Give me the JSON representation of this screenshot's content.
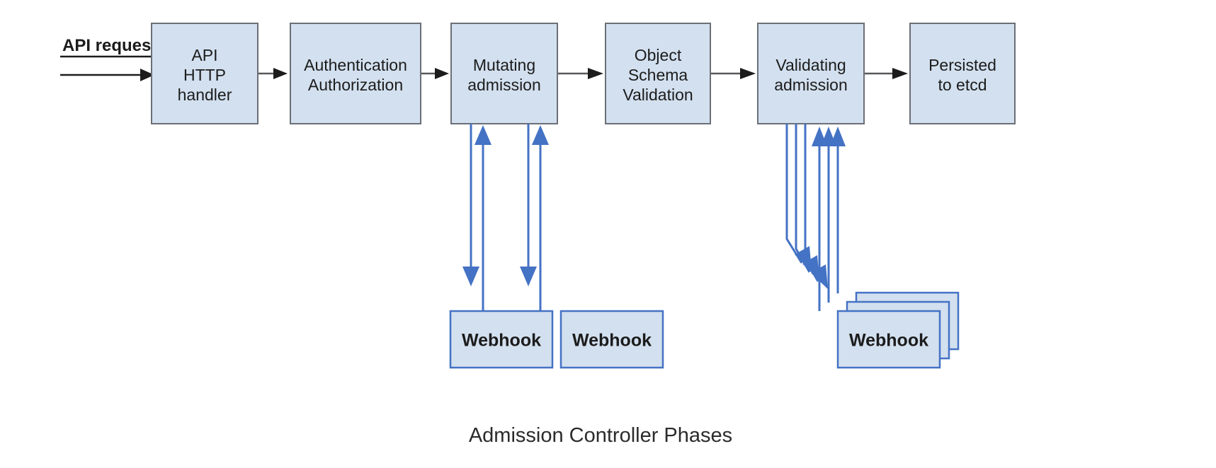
{
  "diagram": {
    "caption": "Admission Controller Phases",
    "entry": {
      "label": "API request"
    },
    "colors": {
      "box_fill": "#d3e0ef",
      "box_stroke": "#6b6f76",
      "webhook_stroke": "#4472c4",
      "arrow_blue": "#4472c4",
      "arrow_gray": "#58595b",
      "text": "#1c1c1c",
      "background": "#ffffff"
    },
    "phases": [
      {
        "id": "api-http-handler",
        "lines": [
          "API",
          "HTTP",
          "handler"
        ]
      },
      {
        "id": "authentication-authorization",
        "lines": [
          "Authentication",
          "Authorization"
        ]
      },
      {
        "id": "mutating-admission",
        "lines": [
          "Mutating",
          "admission"
        ]
      },
      {
        "id": "object-schema-validation",
        "lines": [
          "Object",
          "Schema",
          "Validation"
        ]
      },
      {
        "id": "validating-admission",
        "lines": [
          "Validating",
          "admission"
        ]
      },
      {
        "id": "persisted-to-etcd",
        "lines": [
          "Persisted",
          "to etcd"
        ]
      }
    ],
    "webhooks": [
      {
        "id": "mutating-webhook-1",
        "label": "Webhook",
        "attached_to": "mutating-admission",
        "stacked": false
      },
      {
        "id": "mutating-webhook-2",
        "label": "Webhook",
        "attached_to": "mutating-admission",
        "stacked": false
      },
      {
        "id": "validating-webhook-stack",
        "label": "Webhook",
        "attached_to": "validating-admission",
        "stacked": true,
        "stack_count": 3
      }
    ]
  }
}
